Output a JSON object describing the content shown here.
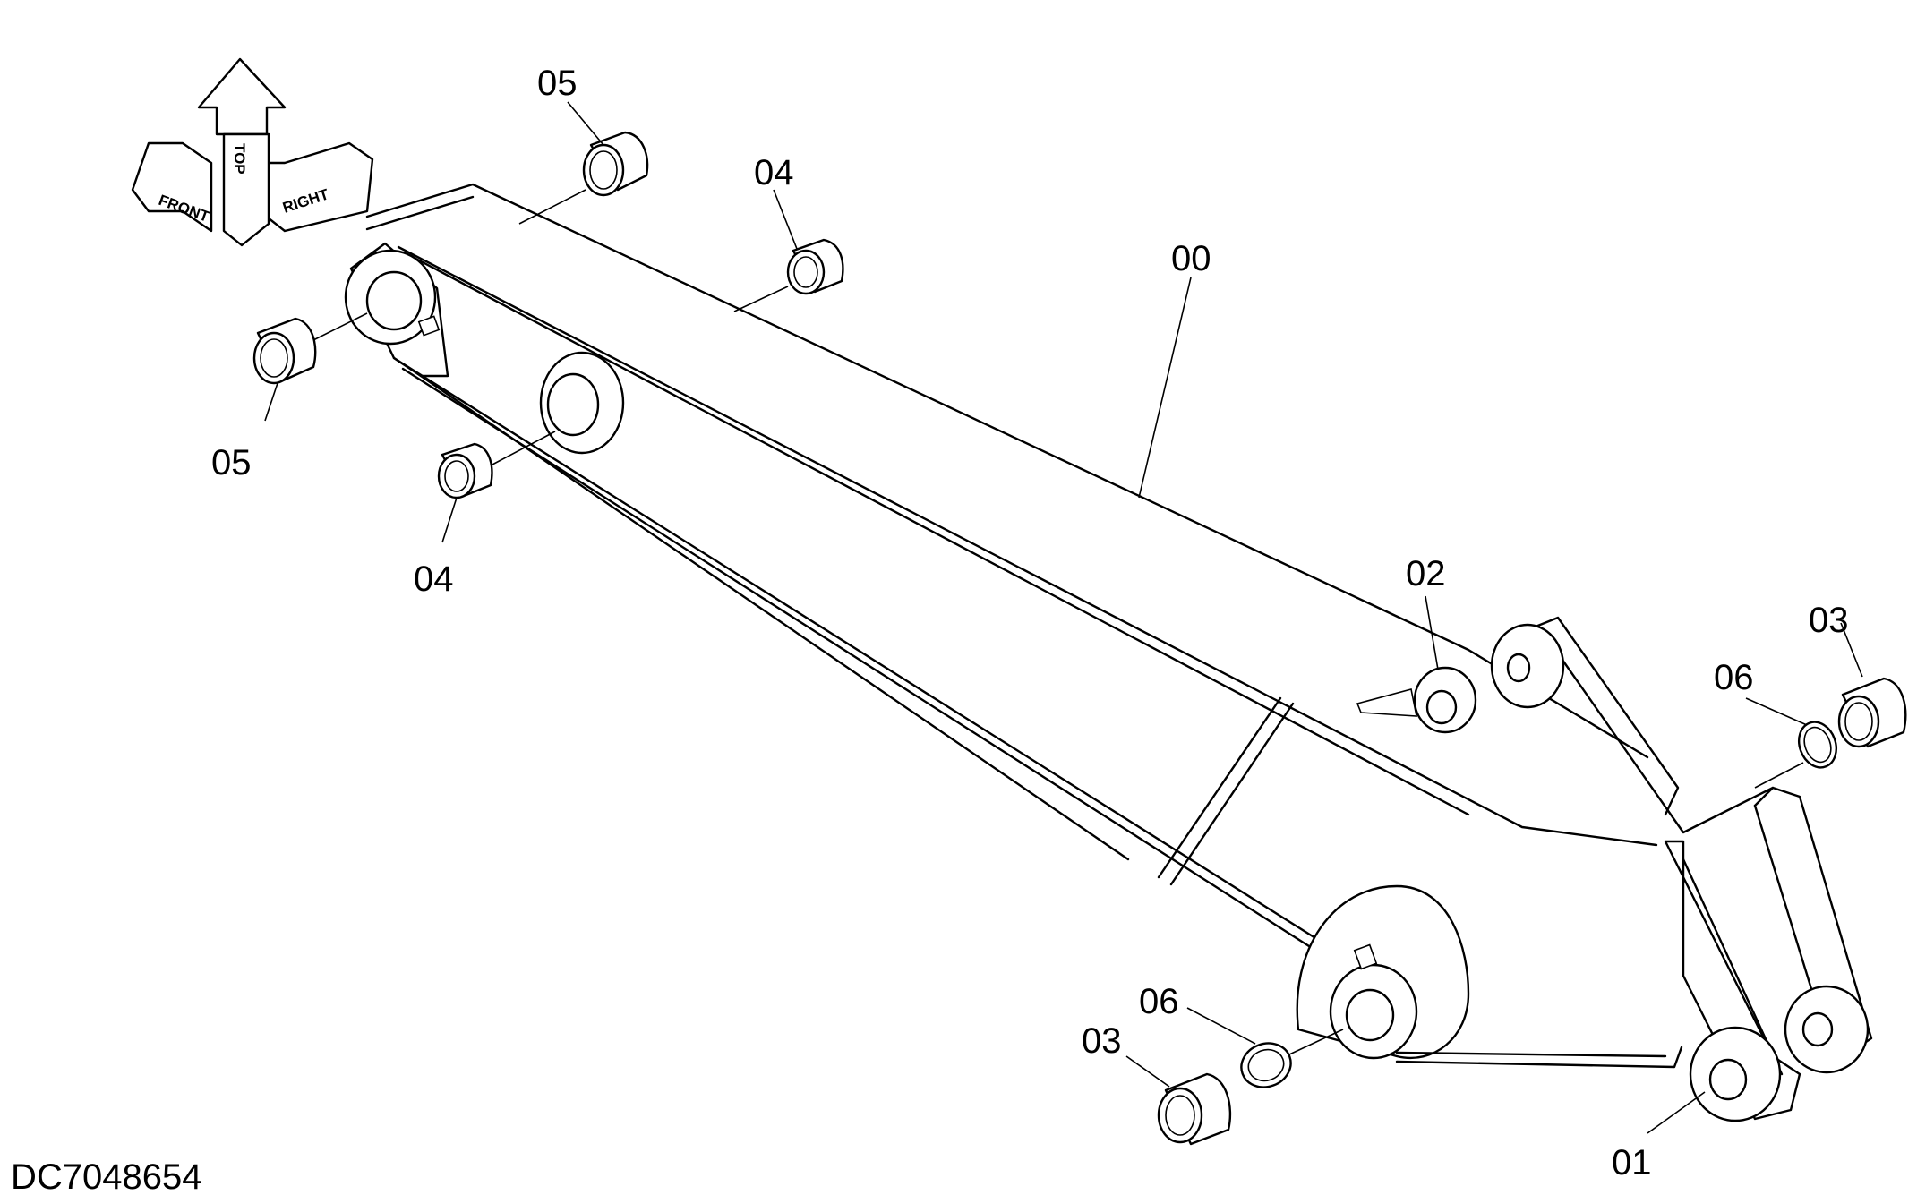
{
  "document_id": "DC7048654",
  "orientation_labels": {
    "top": "TOP",
    "front": "FRONT",
    "right": "RIGHT"
  },
  "callouts": [
    {
      "id": "c00",
      "label": "00"
    },
    {
      "id": "c01",
      "label": "01"
    },
    {
      "id": "c02",
      "label": "02"
    },
    {
      "id": "c03a",
      "label": "03"
    },
    {
      "id": "c03b",
      "label": "03"
    },
    {
      "id": "c04a",
      "label": "04"
    },
    {
      "id": "c04b",
      "label": "04"
    },
    {
      "id": "c05a",
      "label": "05"
    },
    {
      "id": "c05b",
      "label": "05"
    },
    {
      "id": "c06a",
      "label": "06"
    },
    {
      "id": "c06b",
      "label": "06"
    }
  ]
}
